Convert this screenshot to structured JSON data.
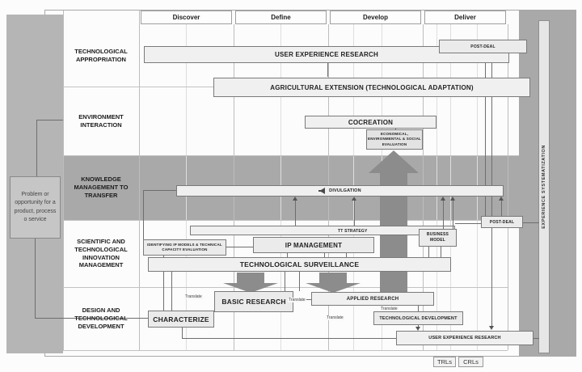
{
  "diagram": {
    "phases": [
      {
        "label": "Discover"
      },
      {
        "label": "Define"
      },
      {
        "label": "Develop"
      },
      {
        "label": "Deliver"
      }
    ],
    "rows": [
      {
        "label": "TECHNOLOGICAL APPROPRIATION"
      },
      {
        "label": "ENVIRONMENT INTERACTION"
      },
      {
        "label": "KNOWLEDGE MANAGEMENT TO TRANSFER"
      },
      {
        "label": "SCIENTIFIC AND TECHNOLOGICAL INNOVATION MANAGEMENT"
      },
      {
        "label": "DESIGN AND TECHNOLOGICAL DEVELOPMENT"
      }
    ],
    "input": {
      "label": "Problem or opportunity for a product, process o service"
    },
    "sidebar_right": {
      "label": "EXPERIENCE SYSTEMATIZATION"
    },
    "activities": {
      "user_experience_research_top": "USER EXPERIENCE RESEARCH",
      "post_deal_top": "POST-DEAL",
      "agricultural_extension": "AGRICULTURAL EXTENSION (TECHNOLOGICAL ADAPTATION)",
      "cocreation": "COCREATION",
      "evaluation": "ECONOMICAL, ENVIRONMENTAL & SOCIAL EVALUATION",
      "divulgation": "DIVULGATION",
      "post_deal_mid": "POST-DEAL",
      "tt_strategy": "TT STRATEGY",
      "business_model": "BUSINESS MODEL",
      "identifying_ip": "IDENTIFYING IP MODELS & TECHNICAL CAPACITY EVALUATION",
      "ip_management": "IP MANAGEMENT",
      "technological_surveillance": "TECHNOLOGICAL SURVEILLANCE",
      "basic_research": "BASIC RESEARCH",
      "applied_research": "APPLIED RESEARCH",
      "characterize": "CHARACTERIZE",
      "technological_development": "TECHNOLOGICAL DEVELOPMENT",
      "user_experience_research_bottom": "USER EXPERIENCE RESEARCH"
    },
    "annotations": {
      "translate": "Translate"
    },
    "legend": {
      "trls": "TRLs",
      "crls": "CRLs"
    },
    "colors": {
      "band": "#a9a9a9",
      "box_fill": "#ebebeb",
      "arrow": "#8c8c8c"
    }
  }
}
